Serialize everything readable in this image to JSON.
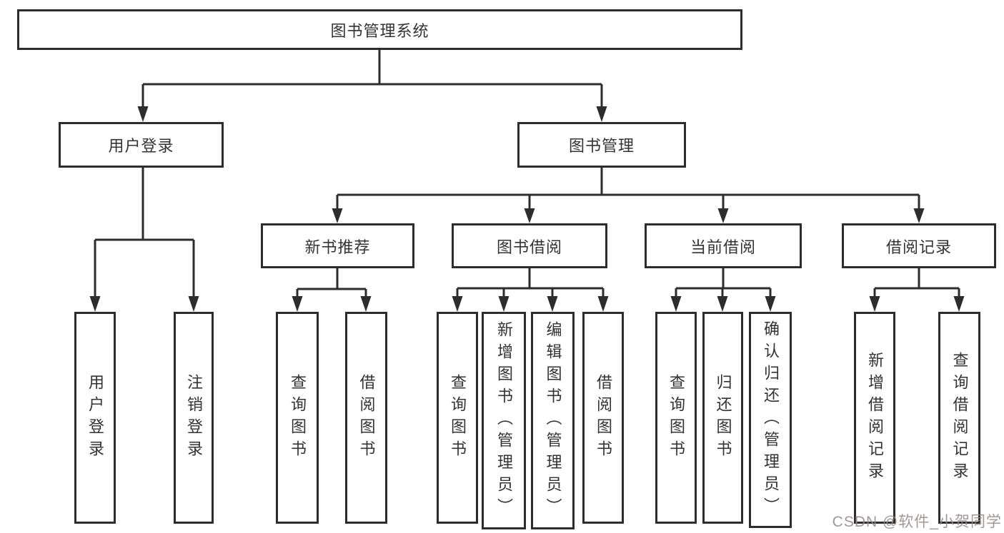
{
  "diagram": {
    "root": {
      "label": "图书管理系统"
    },
    "branches": [
      {
        "label": "用户登录",
        "children": [
          {
            "label": "用户登录"
          },
          {
            "label": "注销登录"
          }
        ]
      },
      {
        "label": "图书管理",
        "children": [
          {
            "label": "新书推荐",
            "children": [
              {
                "label": "查询图书"
              },
              {
                "label": "借阅图书"
              }
            ]
          },
          {
            "label": "图书借阅",
            "children": [
              {
                "label": "查询图书"
              },
              {
                "label": "新增图书（管理员）"
              },
              {
                "label": "编辑图书（管理员）"
              },
              {
                "label": "借阅图书"
              }
            ]
          },
          {
            "label": "当前借阅",
            "children": [
              {
                "label": "查询图书"
              },
              {
                "label": "归还图书"
              },
              {
                "label": "确认归还（管理员）"
              }
            ]
          },
          {
            "label": "借阅记录",
            "children": [
              {
                "label": "新增借阅记录"
              },
              {
                "label": "查询借阅记录"
              }
            ]
          }
        ]
      }
    ]
  },
  "watermark": {
    "text": "CSDN @软件_小贺同学"
  },
  "colors": {
    "line": "#2d2d2d",
    "text": "#333333",
    "background": "#ffffff"
  }
}
